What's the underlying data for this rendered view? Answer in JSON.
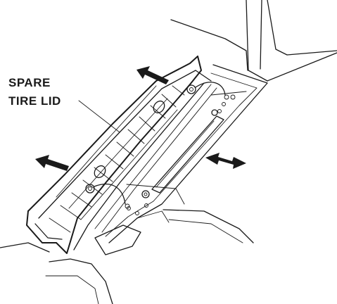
{
  "label": {
    "line1": "SPARE",
    "line2": "TIRE LID"
  },
  "colors": {
    "ink": "#1a1a1a",
    "background": "#ffffff"
  },
  "icons": {
    "arrows": "outward-arrow",
    "fastener": "bolt-icon"
  }
}
